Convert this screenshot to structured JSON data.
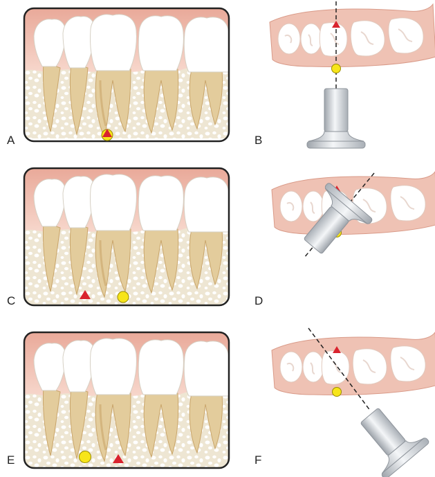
{
  "panels": [
    {
      "id": "A",
      "label": "A"
    },
    {
      "id": "B",
      "label": "B"
    },
    {
      "id": "C",
      "label": "C"
    },
    {
      "id": "D",
      "label": "D"
    },
    {
      "id": "E",
      "label": "E"
    },
    {
      "id": "F",
      "label": "F"
    }
  ],
  "colors": {
    "gum": "#efc2b4",
    "gum_dark": "#d99a88",
    "bone": "#eee6d3",
    "bone_hole": "#ffffff",
    "tooth_crown": "#ffffff",
    "root": "#e3cc9c",
    "root_shadow": "#c9a56a",
    "triangle": "#d9232e",
    "circle": "#f7e51a",
    "tube": "#cfd3d8",
    "frame": "#222222"
  },
  "icons": [
    "triangle-marker",
    "circle-marker",
    "xray-tube-icon"
  ]
}
